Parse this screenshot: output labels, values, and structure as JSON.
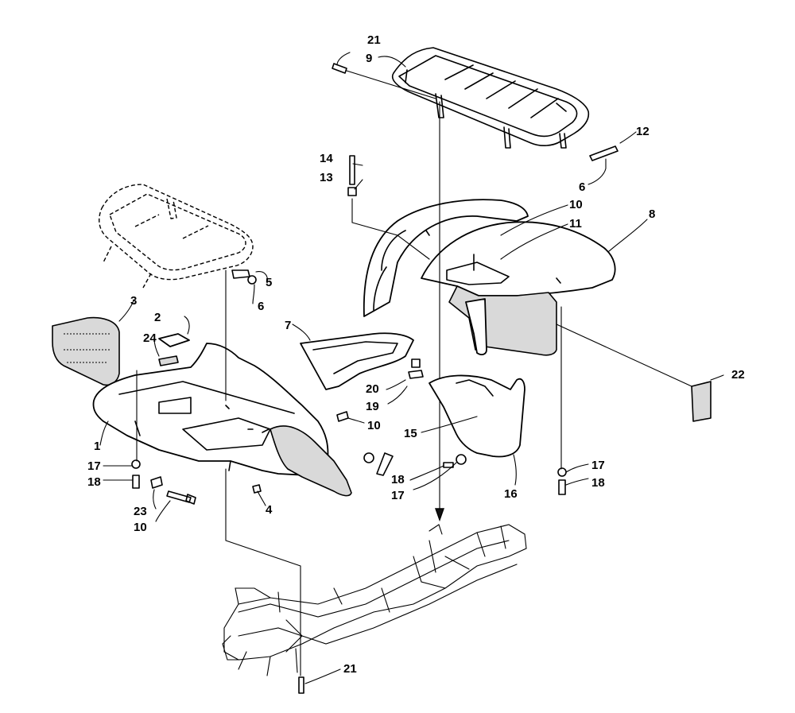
{
  "callouts": [
    {
      "id": "c21a",
      "text": "21"
    },
    {
      "id": "c9",
      "text": "9"
    },
    {
      "id": "c12",
      "text": "12"
    },
    {
      "id": "c6a",
      "text": "6"
    },
    {
      "id": "c14",
      "text": "14"
    },
    {
      "id": "c13",
      "text": "13"
    },
    {
      "id": "c10a",
      "text": "10"
    },
    {
      "id": "c11",
      "text": "11"
    },
    {
      "id": "c8",
      "text": "8"
    },
    {
      "id": "c5",
      "text": "5"
    },
    {
      "id": "c6b",
      "text": "6"
    },
    {
      "id": "c3",
      "text": "3"
    },
    {
      "id": "c2",
      "text": "2"
    },
    {
      "id": "c24",
      "text": "24"
    },
    {
      "id": "c7",
      "text": "7"
    },
    {
      "id": "c22",
      "text": "22"
    },
    {
      "id": "c20",
      "text": "20"
    },
    {
      "id": "c19",
      "text": "19"
    },
    {
      "id": "c10b",
      "text": "10"
    },
    {
      "id": "c15",
      "text": "15"
    },
    {
      "id": "c1",
      "text": "1"
    },
    {
      "id": "c17a",
      "text": "17"
    },
    {
      "id": "c18a",
      "text": "18"
    },
    {
      "id": "c18b",
      "text": "18"
    },
    {
      "id": "c17b",
      "text": "17"
    },
    {
      "id": "c17c",
      "text": "17"
    },
    {
      "id": "c18c",
      "text": "18"
    },
    {
      "id": "c16",
      "text": "16"
    },
    {
      "id": "c23",
      "text": "23"
    },
    {
      "id": "c10c",
      "text": "10"
    },
    {
      "id": "c4",
      "text": "4"
    },
    {
      "id": "c21b",
      "text": "21"
    }
  ]
}
